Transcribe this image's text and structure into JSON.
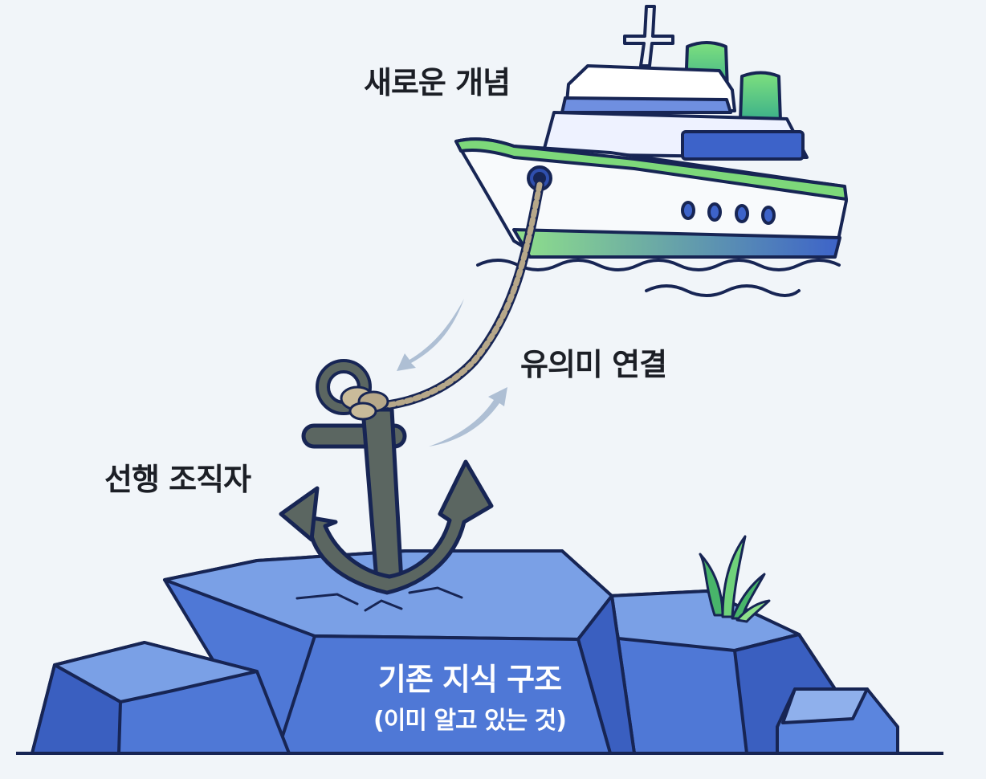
{
  "labels": {
    "new_concept": "새로운 개념",
    "meaningful_link": "유의미 연결",
    "advance_organizer": "선행 조직자",
    "existing_structure": "기존 지식 구조",
    "existing_structure_sub": "(이미 알고 있는 것)"
  },
  "colors": {
    "background": "#f1f5f9",
    "rock_light": "#7aa0e6",
    "rock_mid": "#4f78d6",
    "rock_dark": "#3a5fc0",
    "outline": "#172554",
    "ship_green": "#6fd27a",
    "ship_blue": "#3d63c9",
    "anchor": "#5b6661",
    "arrow": "#aebfd4"
  },
  "icons": [
    "ship-icon",
    "anchor-icon",
    "rope-icon",
    "rock-icon",
    "grass-icon",
    "arrow-icon"
  ]
}
